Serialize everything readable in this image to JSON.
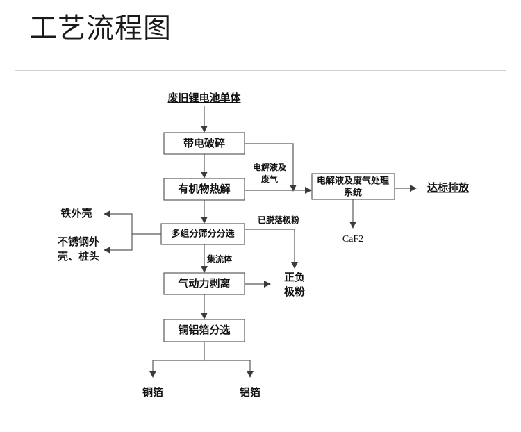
{
  "page": {
    "title": "工艺流程图"
  },
  "flow": {
    "inputs": [
      {
        "id": "feed",
        "label": "废旧锂电池单体",
        "style": "bold-underline"
      }
    ],
    "process_boxes": [
      {
        "id": "crush",
        "label": "带电破碎"
      },
      {
        "id": "pyrolysis",
        "label": "有机物热解"
      },
      {
        "id": "multi-sort",
        "label": "多组分筛分分选"
      },
      {
        "id": "pneumatic",
        "label": "气动力剥离"
      },
      {
        "id": "foil-sort",
        "label": "铜铝箔分选"
      },
      {
        "id": "gas-treatment",
        "label_line1": "电解液及废气处理",
        "label_line2": "系统"
      }
    ],
    "edge_labels": [
      {
        "id": "electrolyte-gas",
        "line1": "电解液及",
        "line2": "废气"
      },
      {
        "id": "shed-powder",
        "text": "已脱落极粉"
      },
      {
        "id": "current-collector",
        "text": "集流体"
      }
    ],
    "outputs": [
      {
        "id": "iron-shell",
        "text": "铁外壳",
        "style": "bold"
      },
      {
        "id": "stainless-shell",
        "line1": "不锈钢外",
        "line2": "壳、桩头",
        "style": "bold"
      },
      {
        "id": "electrode-powder",
        "line1": "正负",
        "line2": "极粉",
        "style": "bold"
      },
      {
        "id": "copper-foil",
        "text": "铜箔",
        "style": "bold"
      },
      {
        "id": "aluminum-foil",
        "text": "铝箔",
        "style": "bold"
      },
      {
        "id": "compliant-discharge",
        "text": "达标排放",
        "style": "bold-underline"
      },
      {
        "id": "caf2",
        "text": "CaF2",
        "style": "serif"
      }
    ]
  },
  "colors": {
    "box_stroke": "#4d4d4d",
    "connector": "#5a5a5a",
    "text": "#111111",
    "rule": "#cfcfcf",
    "background": "#ffffff"
  }
}
